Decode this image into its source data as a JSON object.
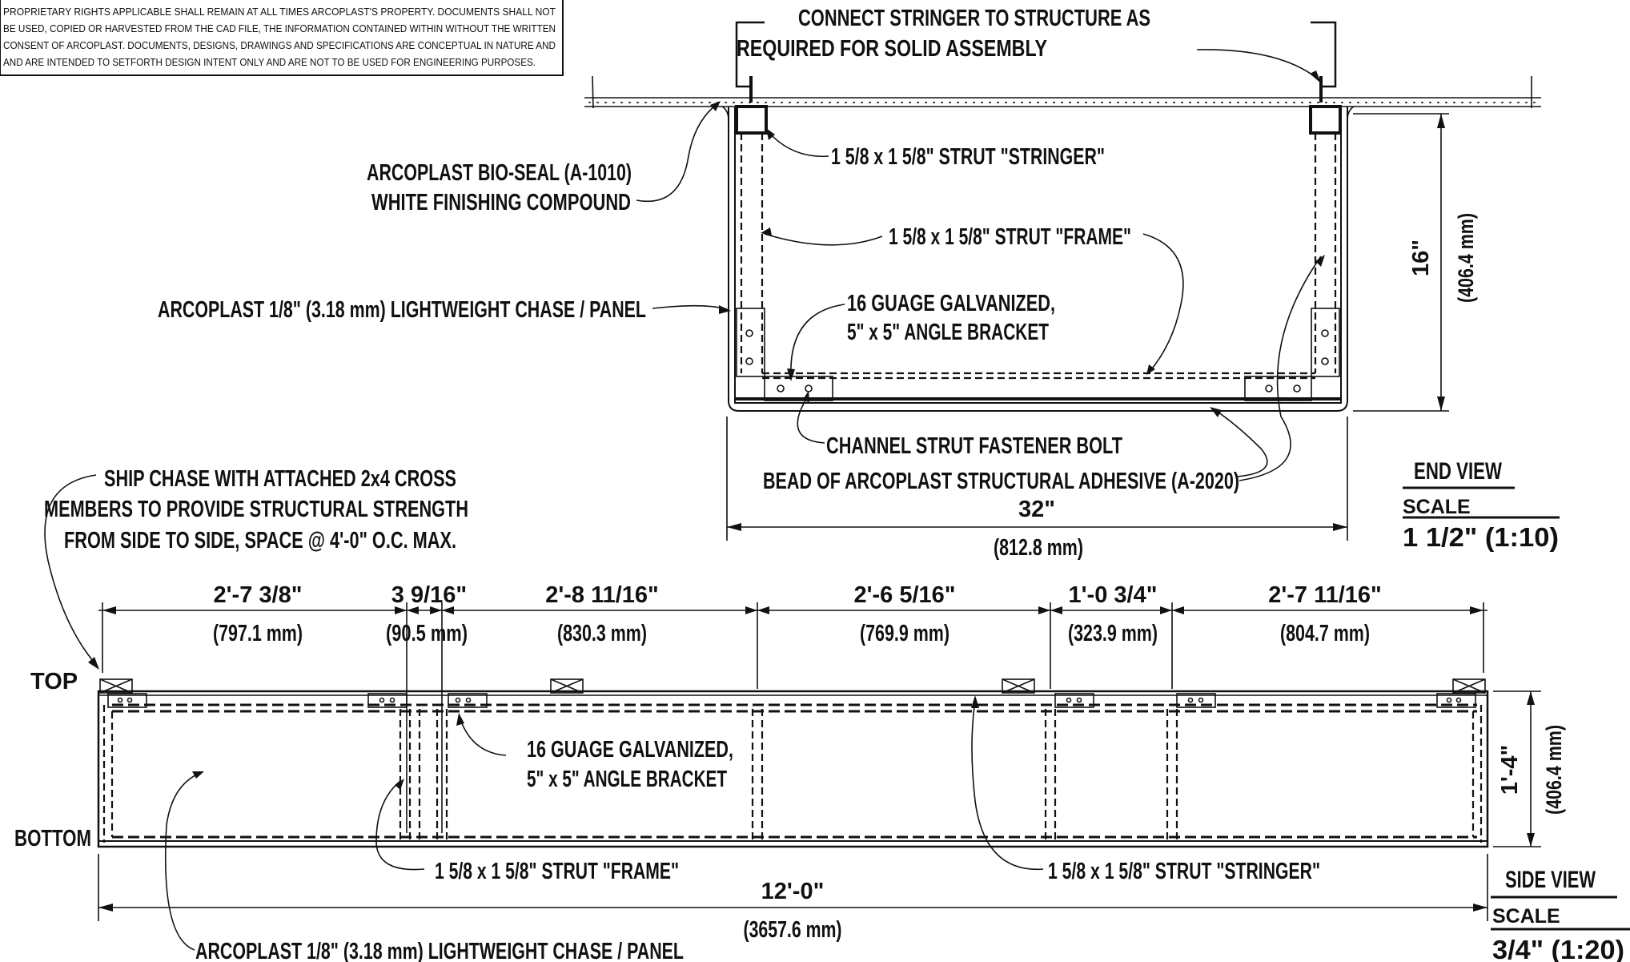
{
  "disclaimer": [
    "PROPRIETARY RIGHTS APPLICABLE SHALL REMAIN AT ALL TIMES ARCOPLAST'S PROPERTY.  DOCUMENTS SHALL NOT",
    "BE USED, COPIED OR HARVESTED FROM THE CAD FILE, THE INFORMATION CONTAINED WITHIN WITHOUT THE WRITTEN",
    "CONSENT OF ARCOPLAST.  DOCUMENTS, DESIGNS, DRAWINGS AND SPECIFICATIONS ARE CONCEPTUAL IN NATURE AND",
    "AND ARE INTENDED TO SETFORTH DESIGN INTENT ONLY AND ARE NOT TO BE USED FOR ENGINEERING PURPOSES."
  ],
  "end_view": {
    "notes": {
      "connect_stringer": [
        "CONNECT STRINGER TO STRUCTURE AS",
        "REQUIRED FOR SOLID ASSEMBLY"
      ],
      "bio_seal": [
        "ARCOPLAST BIO-SEAL (A-1010)",
        "WHITE FINISHING COMPOUND"
      ],
      "stringer": "1 5/8 x 1 5/8\" STRUT \"STRINGER\"",
      "frame": "1 5/8 x 1 5/8\" STRUT \"FRAME\"",
      "panel": "ARCOPLAST 1/8\" (3.18 mm) LIGHTWEIGHT CHASE / PANEL",
      "bracket": [
        "16 GUAGE GALVANIZED,",
        "5\" x 5\" ANGLE BRACKET"
      ],
      "bolt": "CHANNEL STRUT FASTENER BOLT",
      "adhesive": "BEAD OF ARCOPLAST STRUCTURAL ADHESIVE (A-2020)"
    },
    "height_dim": {
      "imperial": "16\"",
      "metric": "(406.4 mm)"
    },
    "width_dim": {
      "imperial": "32\"",
      "metric": "(812.8 mm)"
    },
    "title": "END VIEW",
    "scale_label": "SCALE",
    "scale_value": "1 1/2\" (1:10)"
  },
  "side_view": {
    "ship_note": [
      "SHIP CHASE WITH ATTACHED 2x4 CROSS",
      "MEMBERS TO PROVIDE STRUCTURAL STRENGTH",
      "FROM SIDE TO SIDE, SPACE @ 4'-0\" O.C. MAX."
    ],
    "top_label": "TOP",
    "bottom_label": "BOTTOM",
    "segments": [
      {
        "imperial": "2'-7 3/8\"",
        "metric": "(797.1 mm)"
      },
      {
        "imperial": "3 9/16\"",
        "metric": "(90.5 mm)"
      },
      {
        "imperial": "2'-8 11/16\"",
        "metric": "(830.3 mm)"
      },
      {
        "imperial": "2'-6 5/16\"",
        "metric": "(769.9 mm)"
      },
      {
        "imperial": "1'-0 3/4\"",
        "metric": "(323.9 mm)"
      },
      {
        "imperial": "2'-7 11/16\"",
        "metric": "(804.7 mm)"
      }
    ],
    "bracket": [
      "16 GUAGE GALVANIZED,",
      "5\" x 5\" ANGLE BRACKET"
    ],
    "frame": "1 5/8 x 1 5/8\" STRUT \"FRAME\"",
    "stringer": "1 5/8 x 1 5/8\" STRUT \"STRINGER\"",
    "panel": "ARCOPLAST 1/8\" (3.18 mm) LIGHTWEIGHT CHASE / PANEL",
    "height_dim": {
      "imperial": "1'-4\"",
      "metric": "(406.4 mm)"
    },
    "length_dim": {
      "imperial": "12'-0\"",
      "metric": "(3657.6 mm)"
    },
    "title": "SIDE VIEW",
    "scale_label": "SCALE",
    "scale_value": "3/4\" (1:20)"
  }
}
